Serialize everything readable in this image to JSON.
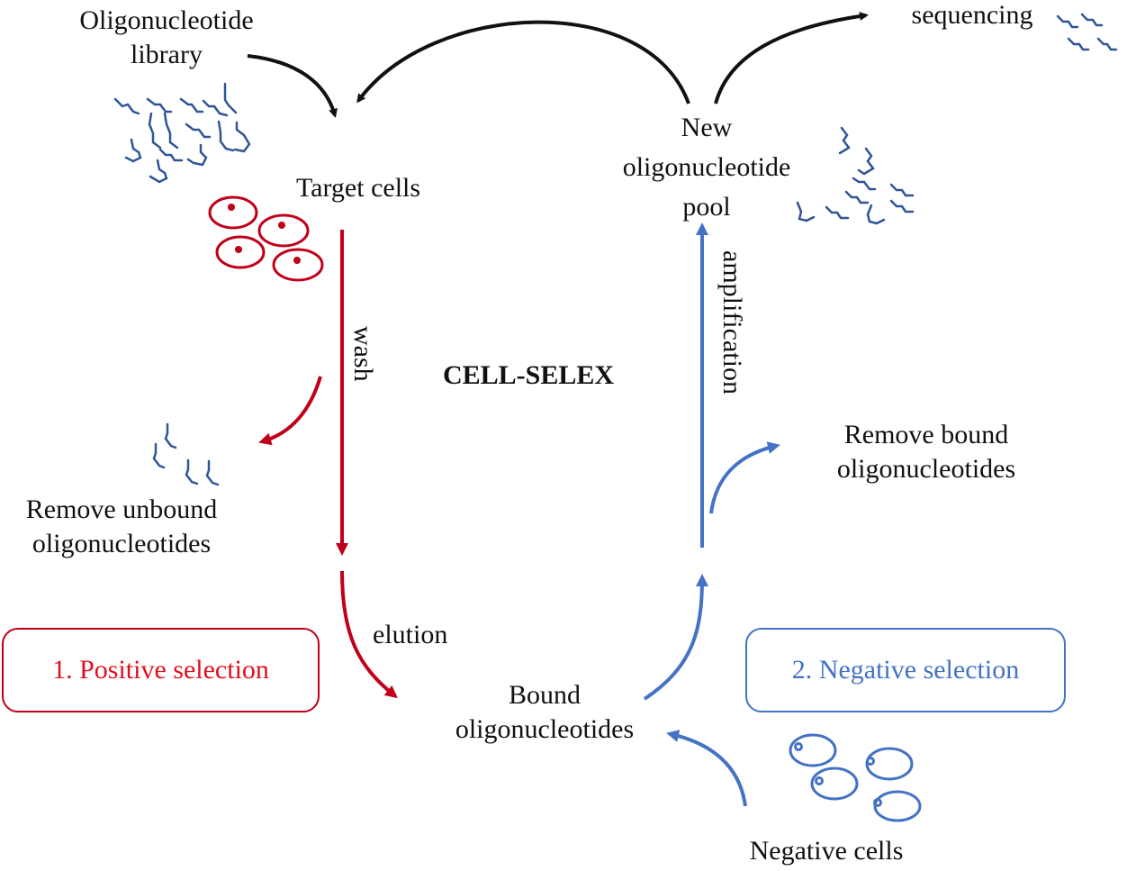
{
  "title": "CELL-SELEX",
  "colors": {
    "positive": "#c0001a",
    "negative": "#4472c4",
    "neutral": "#111111",
    "oligo": "#2f5597",
    "positive_text": "#e0101e"
  },
  "nodes": {
    "library": [
      "Oligonucleotide",
      "library"
    ],
    "target_cells": "Target cells",
    "remove_unbound": [
      "Remove unbound",
      "oligonucleotides"
    ],
    "bound": [
      "Bound",
      "oligonucleotides"
    ],
    "remove_bound": [
      "Remove bound",
      "oligonucleotides"
    ],
    "new_pool": [
      "New",
      "oligonucleotide",
      "pool"
    ],
    "sequencing": "sequencing",
    "negative_cells": "Negative cells"
  },
  "edges": {
    "wash": "wash",
    "elution": "elution",
    "amplification": "amplification"
  },
  "steps": [
    {
      "label": "1. Positive selection"
    },
    {
      "label": "2. Negative selection"
    }
  ]
}
